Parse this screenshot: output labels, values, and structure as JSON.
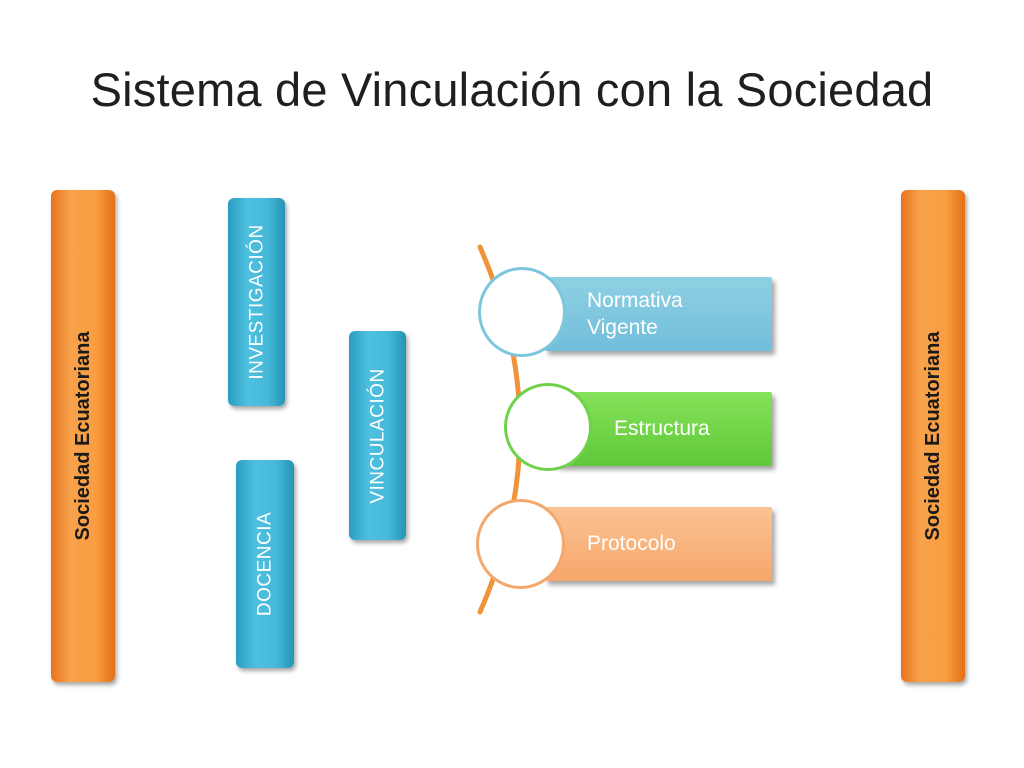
{
  "slide": {
    "title": "Sistema de Vinculación con la Sociedad"
  },
  "sides": {
    "left_label": "Sociedad Ecuatoriana",
    "right_label": "Sociedad Ecuatoriana"
  },
  "pillars": {
    "investigacion": "INVESTIGACIÓN",
    "vinculacion": "VINCULACIÓN",
    "docencia": "DOCENCIA"
  },
  "components": [
    {
      "label_line1": "Normativa",
      "label_line2": "Vigente"
    },
    {
      "label": "Estructura"
    },
    {
      "label": "Protocolo"
    }
  ],
  "colors": {
    "side_bar": "#f99d40",
    "pillar": "#45b8d8",
    "normativa": "#7ec6de",
    "estructura": "#6fd24a",
    "protocolo": "#f5a86b",
    "connector": "#f0933a"
  }
}
